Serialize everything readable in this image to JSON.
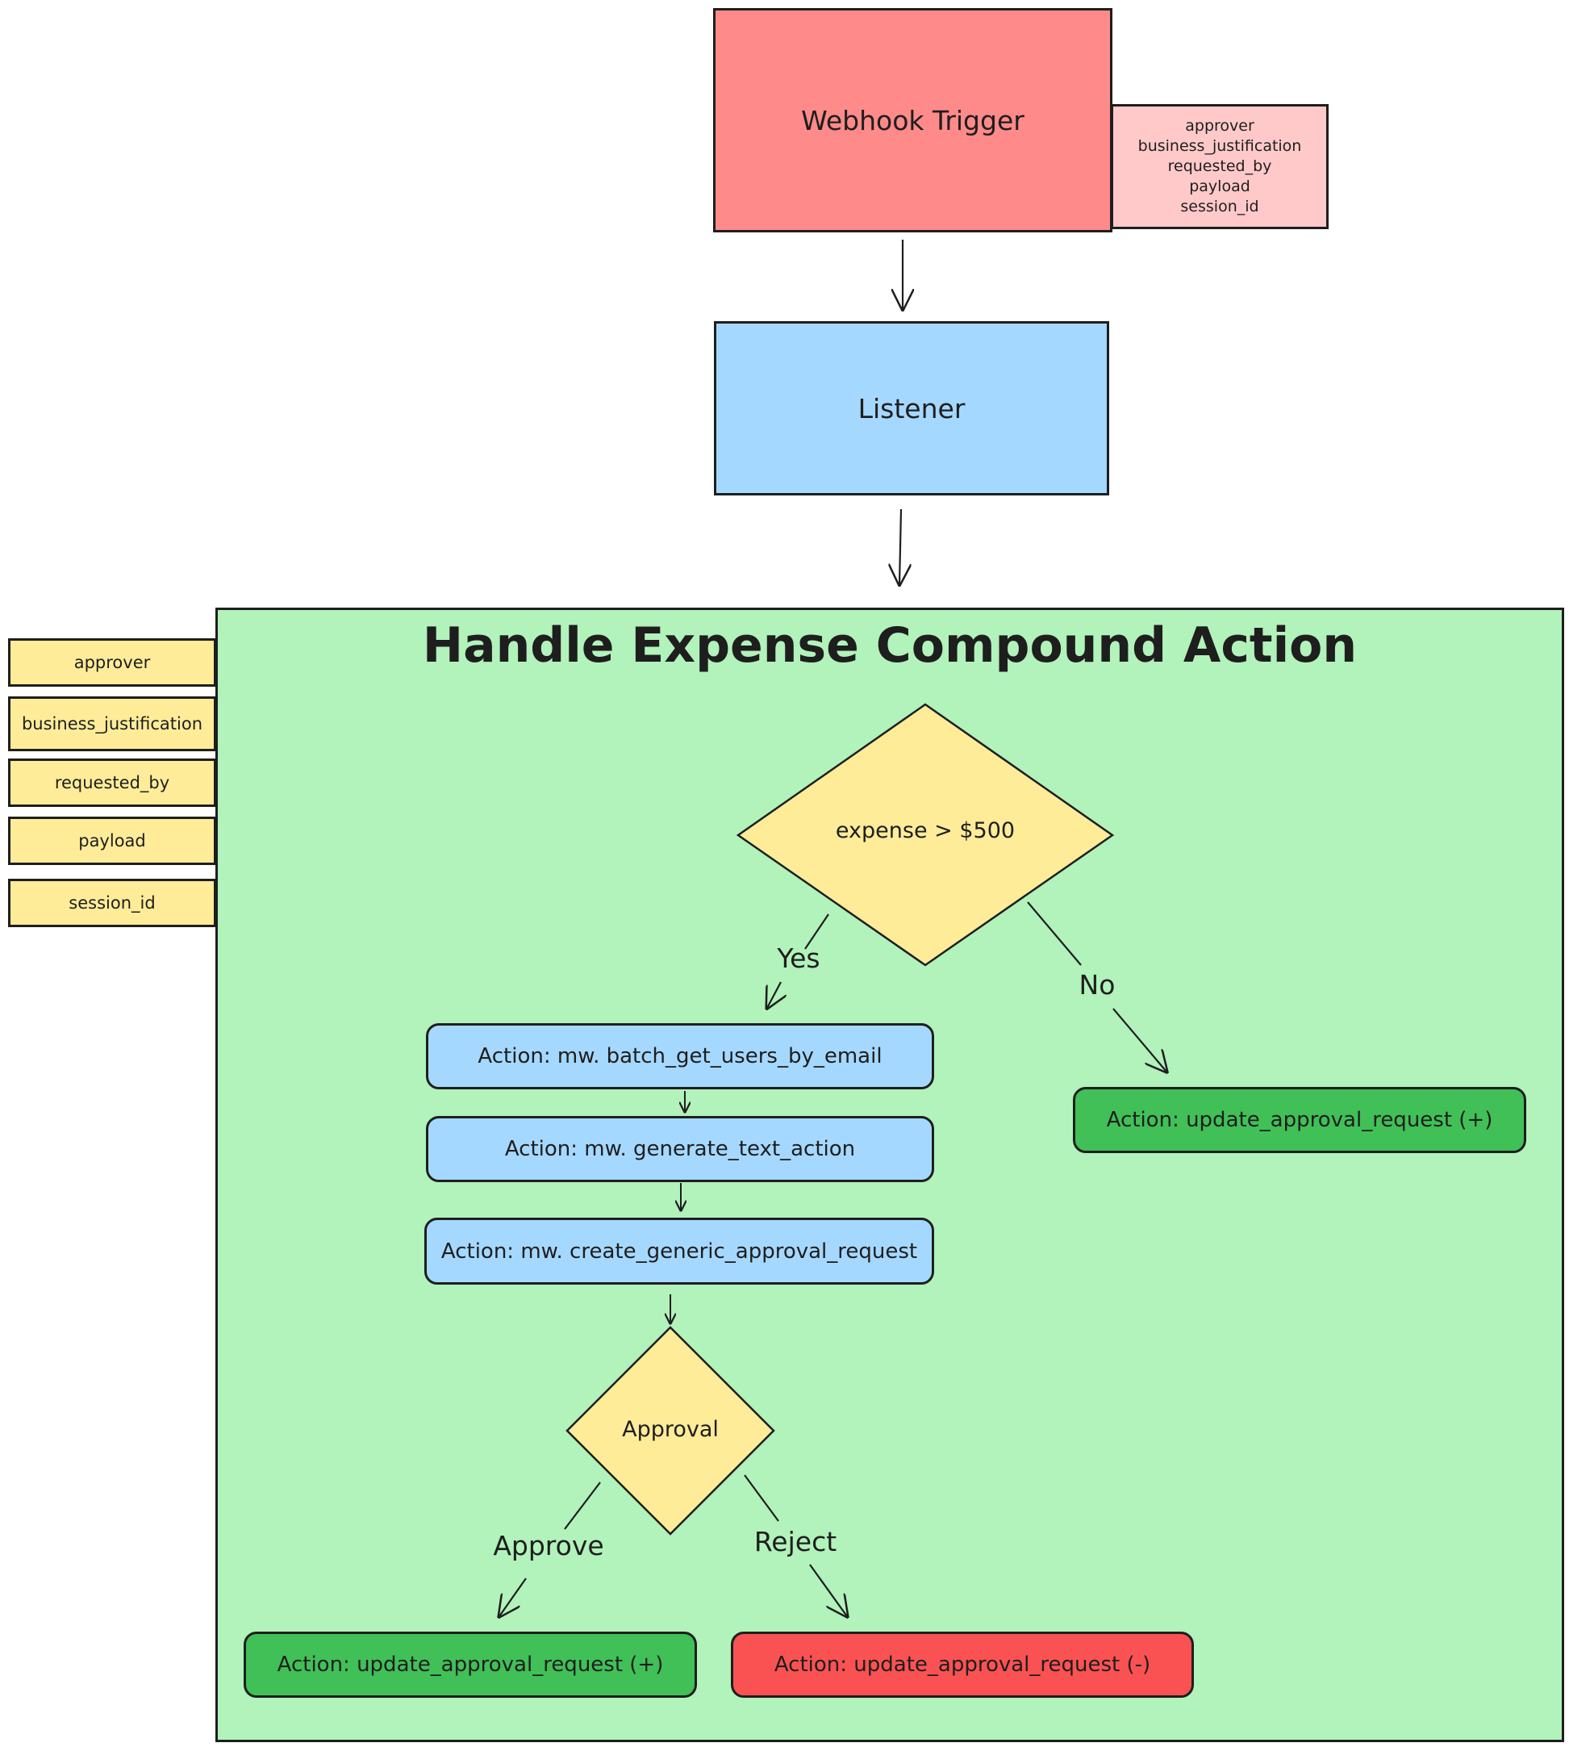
{
  "trigger": {
    "label": "Webhook Trigger",
    "params": [
      "approver",
      "business_justification",
      "requested_by",
      "payload",
      "session_id"
    ]
  },
  "listener": {
    "label": "Listener"
  },
  "compound": {
    "title": "Handle Expense Compound Action",
    "inputs": [
      "approver",
      "business_justification",
      "requested_by",
      "payload",
      "session_id"
    ]
  },
  "decision_expense": {
    "label": "expense > $500",
    "yes_label": "Yes",
    "no_label": "No"
  },
  "actions": {
    "batch_get_users": "Action: mw. batch_get_users_by_email",
    "generate_text": "Action: mw. generate_text_action",
    "create_approval": "Action: mw. create_generic_approval_request",
    "update_no": "Action: update_approval_request (+)",
    "update_approve": "Action: update_approval_request (+)",
    "update_reject": "Action: update_approval_request (-)"
  },
  "decision_approval": {
    "label": "Approval",
    "approve_label": "Approve",
    "reject_label": "Reject"
  },
  "colors": {
    "trigger": "#ff8a8a",
    "trigger_params": "#ffc9c9",
    "listener": "#a5d8ff",
    "compound": "#b2f2bb",
    "param": "#ffec99",
    "diamond": "#ffec99",
    "action_blue": "#a5d8ff",
    "action_green": "#40c057",
    "action_red": "#fa5252",
    "stroke": "#1e1e1e"
  }
}
